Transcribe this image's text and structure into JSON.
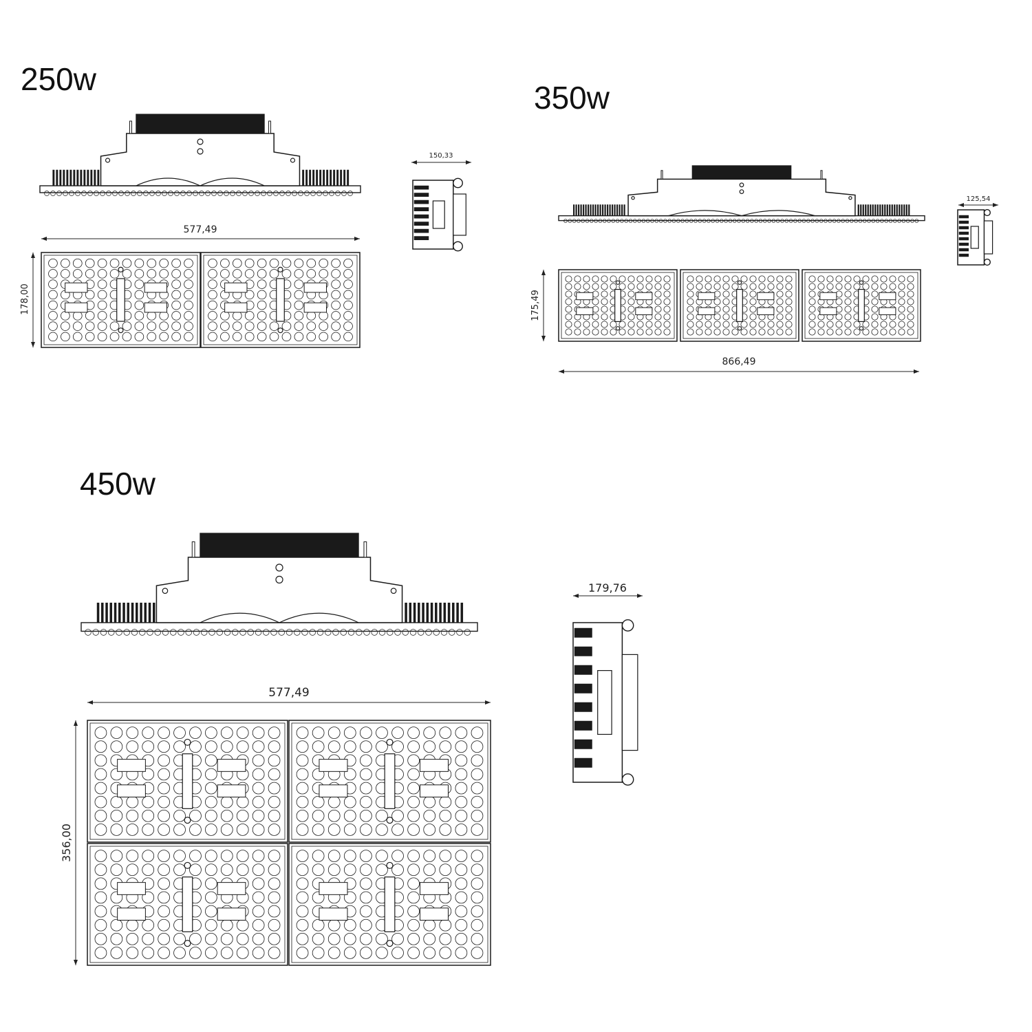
{
  "models": [
    {
      "title": "250w",
      "width_dim": "577,49",
      "height_dim": "178,00",
      "depth_dim": "150,33",
      "modules": "2x1"
    },
    {
      "title": "350w",
      "width_dim": "866,49",
      "height_dim": "175,49",
      "depth_dim": "125,54",
      "modules": "3x1"
    },
    {
      "title": "450w",
      "width_dim": "577,49",
      "height_dim": "356,00",
      "depth_dim": "179,76",
      "modules": "2x2"
    }
  ],
  "colors": {
    "line": "#1a1a1a",
    "heatsink": "#1a1a1a",
    "background": "#ffffff"
  }
}
